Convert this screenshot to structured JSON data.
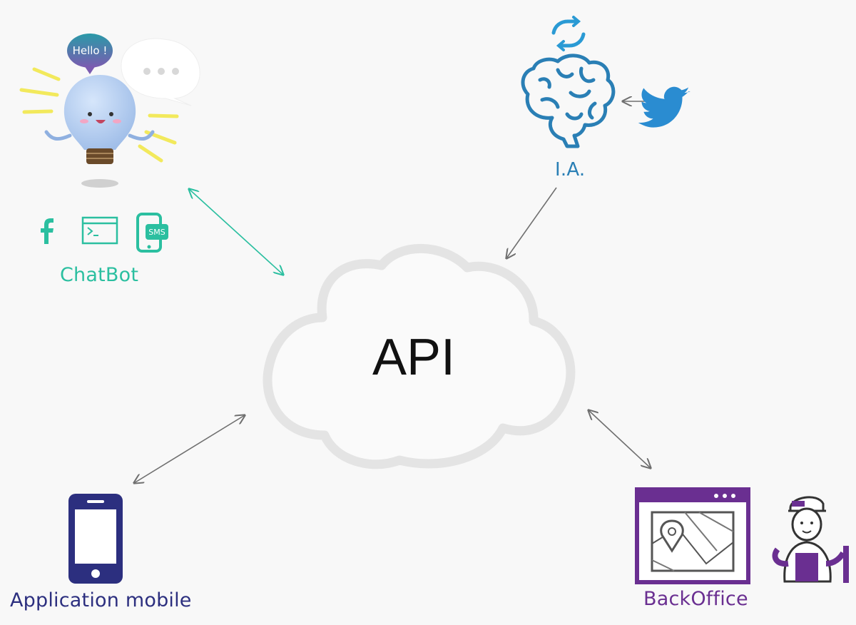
{
  "diagram": {
    "center": {
      "label": "API"
    },
    "nodes": {
      "chatbot": {
        "label": "ChatBot",
        "bubble_text": "Hello !",
        "channels": [
          {
            "icon": "facebook-icon"
          },
          {
            "icon": "web-chat-icon"
          },
          {
            "icon": "sms-icon",
            "text": "SMS"
          }
        ]
      },
      "ia": {
        "label": "I.A.",
        "inputs": [
          {
            "icon": "twitter-icon"
          }
        ],
        "icon": "brain-icon",
        "refresh_icon": "refresh-icon"
      },
      "mobile": {
        "label": "Application mobile",
        "icon": "smartphone-icon"
      },
      "backoffice": {
        "label": "BackOffice",
        "icons": [
          "map-window-icon",
          "worker-icon"
        ]
      }
    },
    "edges": [
      {
        "from": "chatbot",
        "to": "API",
        "direction": "both"
      },
      {
        "from": "I.A.",
        "to": "API",
        "direction": "one-way"
      },
      {
        "from": "twitter",
        "to": "I.A.",
        "direction": "one-way"
      },
      {
        "from": "Application mobile",
        "to": "API",
        "direction": "both"
      },
      {
        "from": "BackOffice",
        "to": "API",
        "direction": "both"
      }
    ],
    "colors": {
      "chatbot": "#2bbfa0",
      "ia": "#2a7fb5",
      "mobile": "#2c2f7f",
      "backoffice": "#6a2f91",
      "cloud": "#e4e4e4",
      "arrow": "#6f6f6f"
    }
  }
}
